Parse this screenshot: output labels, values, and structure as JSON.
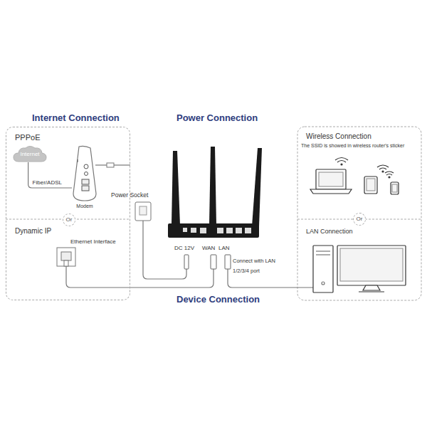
{
  "diagram": {
    "nodes": [
      {
        "text": [
          "Internet Connection"
        ]
      },
      {
        "text": [
          "PPPoE"
        ],
        "in": 0
      },
      {
        "text": [
          "Internet"
        ],
        "in": 1
      },
      {
        "text": [
          "Modem"
        ],
        "in": 1
      },
      {
        "text": [
          "Or"
        ],
        "in": 0
      },
      {
        "text": [
          "Dynamic IP",
          "Ethernet Interface"
        ],
        "in": 0
      },
      {
        "text": [
          "Wireless Connection",
          "The SSID is showed in wireless router's sticker"
        ]
      },
      {
        "text": [
          "Or"
        ]
      },
      {
        "text": [
          "LAN Connection"
        ]
      }
    ],
    "edges": [
      {
        "from": 2,
        "to": 3,
        "label": "Fiber/ADSL",
        "arrow": "none"
      }
    ],
    "labels": [
      "Power Connection",
      "Power Socket",
      "DC 12V",
      "WAN",
      "LAN",
      "Connect with LAN 1/2/3/4 port",
      "Device Connection"
    ]
  }
}
